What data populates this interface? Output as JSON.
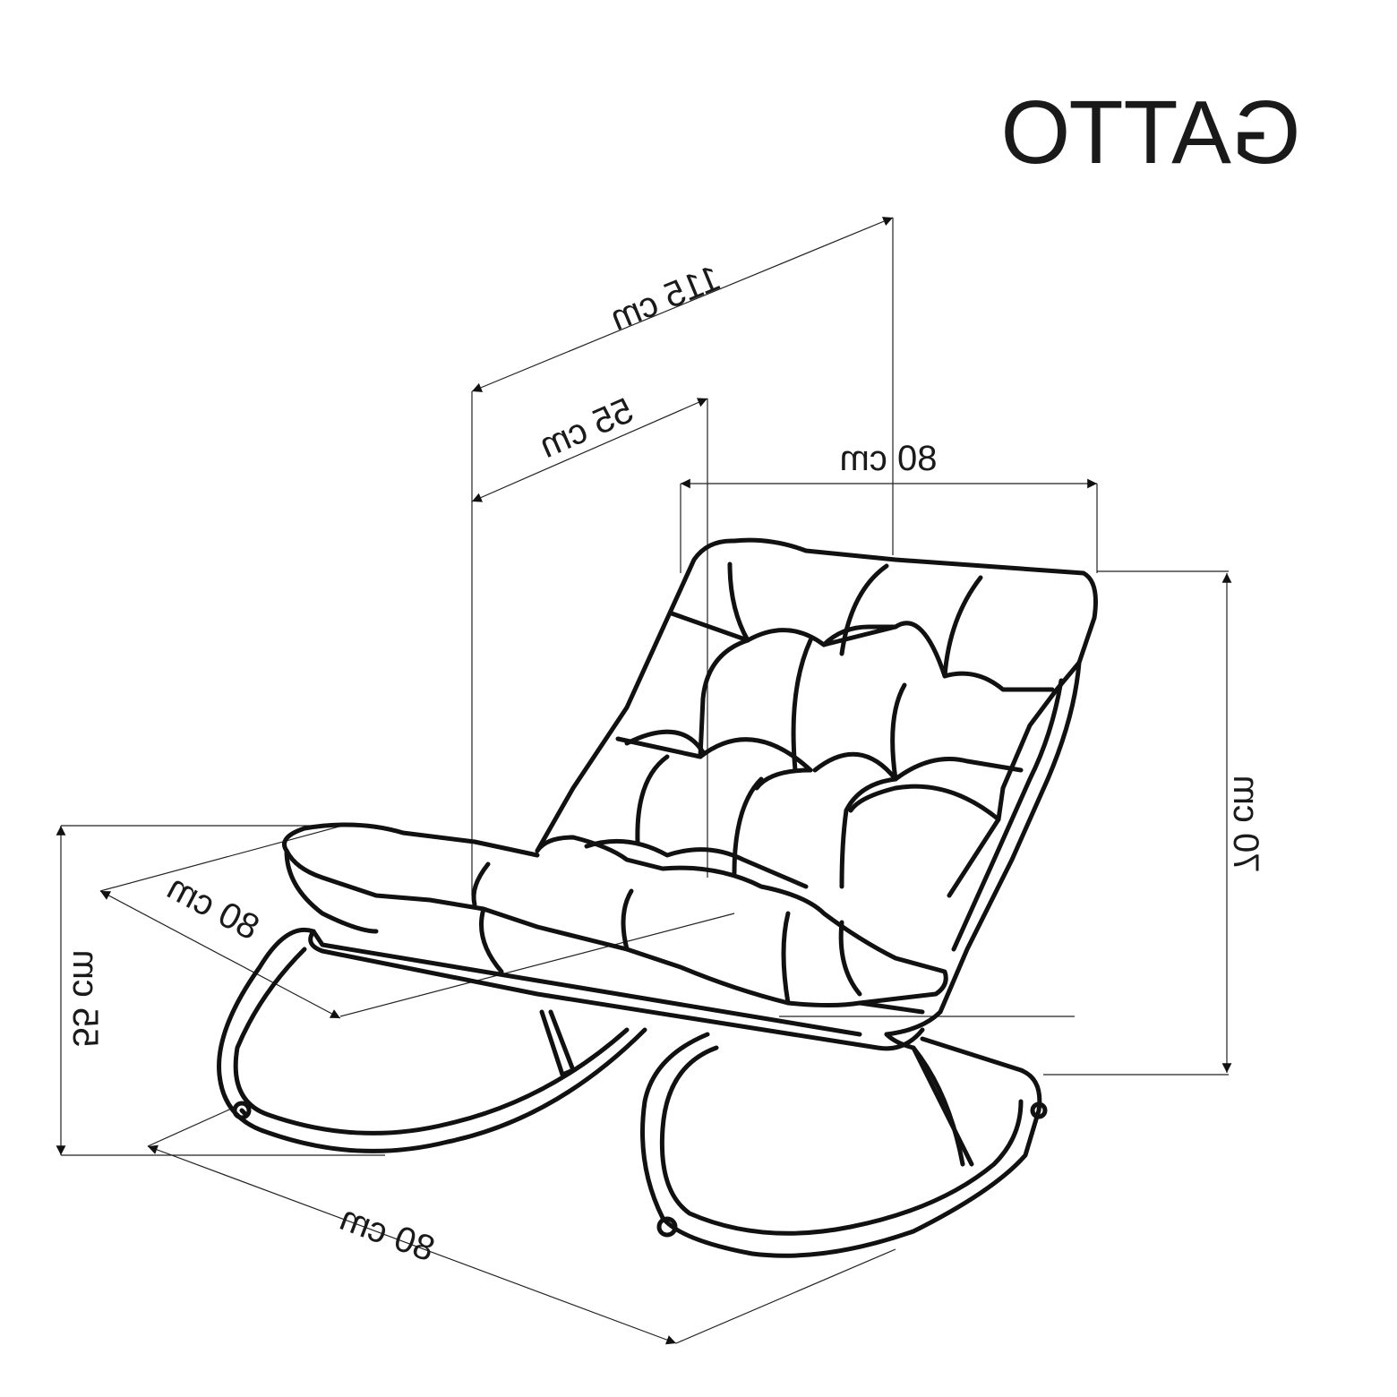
{
  "title": "GATTO",
  "dimensions": {
    "total_depth": "115 cm",
    "seat_depth": "55 cm",
    "width_top": "80 cm",
    "height_back": "70 cm",
    "seat_height": "55 cm",
    "footrest_depth": "80 cm",
    "base_length": "80 cm"
  },
  "colors": {
    "line": "#111111",
    "background": "#ffffff"
  }
}
